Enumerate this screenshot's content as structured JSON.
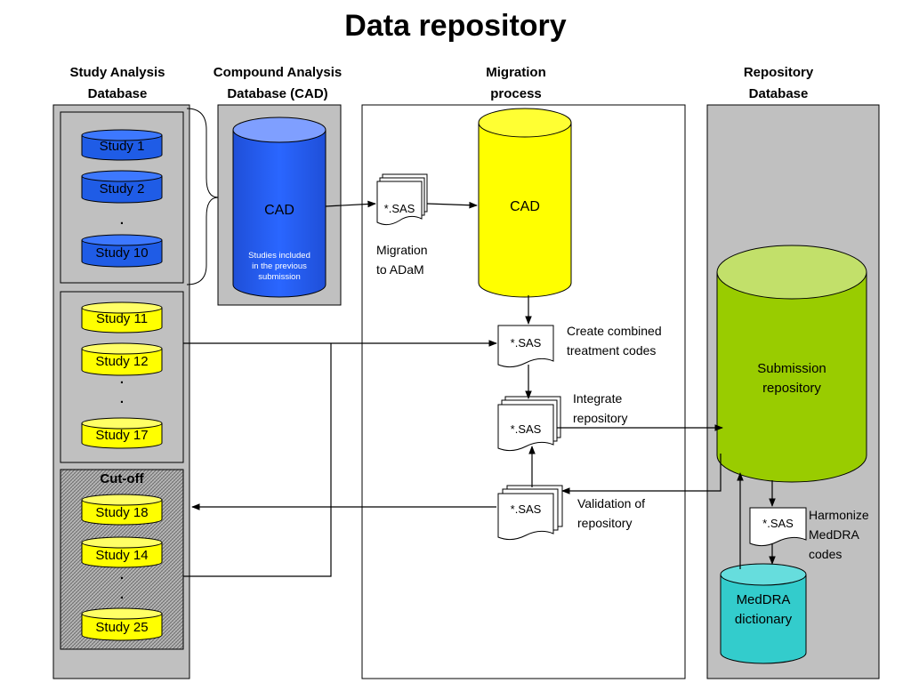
{
  "title": "Data repository",
  "columns": {
    "study_analysis": [
      "Study Analysis",
      "Database"
    ],
    "cad": [
      "Compound Analysis",
      "Database (CAD)"
    ],
    "migration": [
      "Migration",
      "process"
    ],
    "repository": [
      "Repository",
      "Database"
    ]
  },
  "blue_studies": [
    "Study 1",
    "Study 2",
    "Study 10"
  ],
  "yellow_studies": [
    "Study 11",
    "Study 12",
    "Study 17"
  ],
  "cutoff_label": "Cut-off",
  "cutoff_studies": [
    "Study 18",
    "Study 14",
    "Study 25"
  ],
  "ellipsis": ".",
  "cad_db": {
    "label": "CAD",
    "note": [
      "Studies included",
      "in the previous",
      "submission"
    ]
  },
  "cad_migration": {
    "label": "CAD"
  },
  "sas_label": "*.SAS",
  "steps": {
    "migration_adam": [
      "Migration",
      "to ADaM"
    ],
    "combined_codes": [
      "Create combined",
      "treatment codes"
    ],
    "integrate": [
      "Integrate",
      "repository"
    ],
    "validation": [
      "Validation of",
      "repository"
    ],
    "harmonize": [
      "Harmonize",
      "MedDRA",
      "codes"
    ]
  },
  "submission_repo": [
    "Submission",
    "repository"
  ],
  "meddra_dict": [
    "MedDRA",
    "dictionary"
  ],
  "colors": {
    "blue": "#1f5ce6",
    "yellow": "#ffff00",
    "green": "#99cc00",
    "teal": "#33cccc",
    "panel_gray": "#c0c0c0",
    "cad_blue": "#2f6bff"
  }
}
